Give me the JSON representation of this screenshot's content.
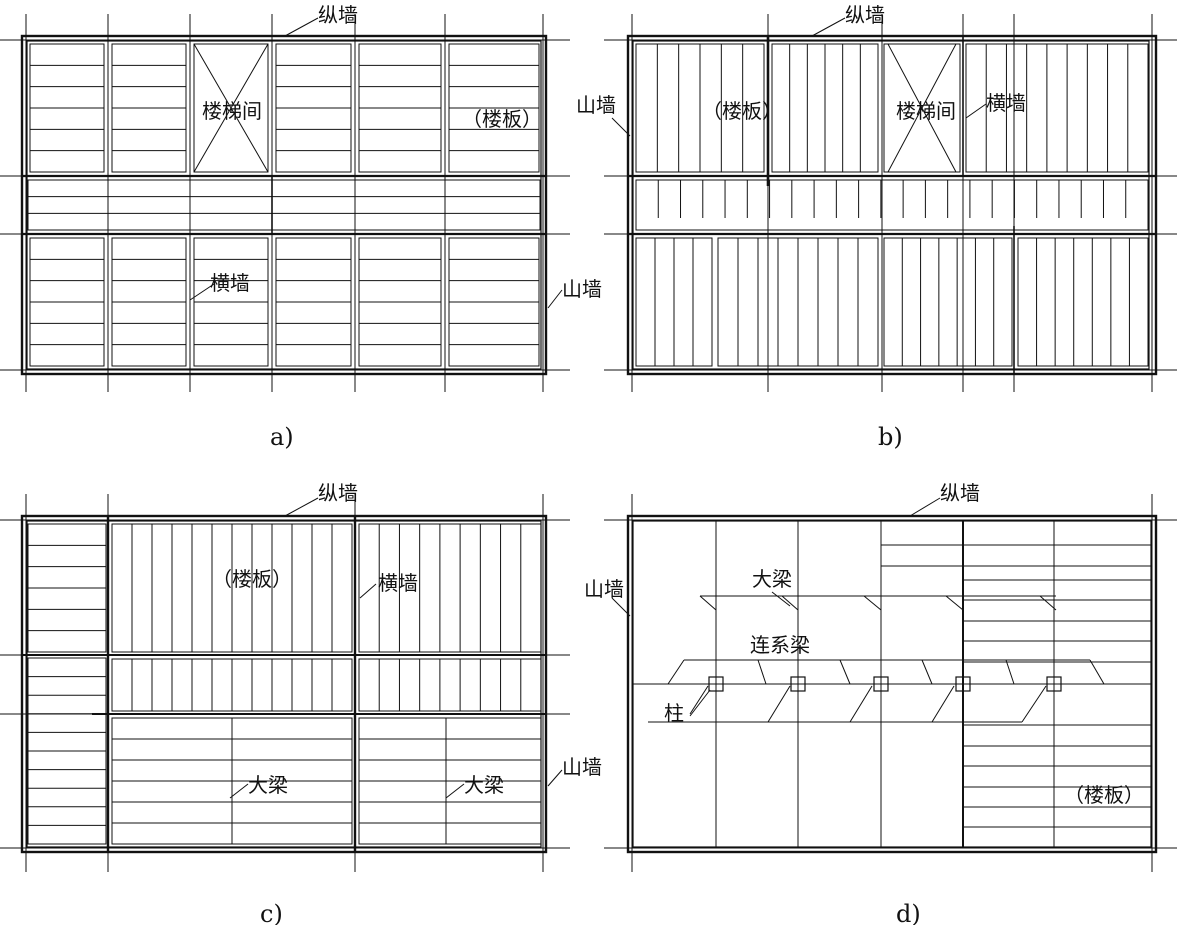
{
  "panels": [
    {
      "id": "a",
      "caption": "a)",
      "labels": {
        "longitudinal_wall": "纵墙",
        "stairwell": "楼梯间",
        "floor_slab": "（楼板）",
        "cross_wall": "横墙",
        "gable_wall": "山墙"
      }
    },
    {
      "id": "b",
      "caption": "b)",
      "labels": {
        "longitudinal_wall": "纵墙",
        "gable_wall": "山墙",
        "floor_slab": "（楼板）",
        "stairwell": "楼梯间",
        "cross_wall": "横墙"
      }
    },
    {
      "id": "c",
      "caption": "c)",
      "labels": {
        "longitudinal_wall": "纵墙",
        "floor_slab": "（楼板）",
        "cross_wall": "横墙",
        "girder_1": "大梁",
        "girder_2": "大梁",
        "gable_wall": "山墙"
      }
    },
    {
      "id": "d",
      "caption": "d)",
      "labels": {
        "longitudinal_wall": "纵墙",
        "gable_wall": "山墙",
        "girder": "大梁",
        "tie_beam": "连系梁",
        "column": "柱",
        "floor_slab": "（楼板）"
      }
    }
  ]
}
